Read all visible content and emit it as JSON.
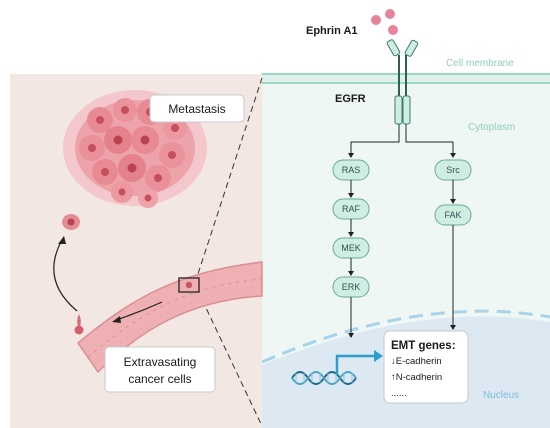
{
  "ligand": {
    "label": "Ephrin A1"
  },
  "receptor": {
    "label": "EGFR"
  },
  "compartments": {
    "membrane": "Cell membrane",
    "cytoplasm": "Cytoplasm",
    "nucleus": "Nucleus"
  },
  "pathway_left": [
    "RAS",
    "RAF",
    "MEK",
    "ERK"
  ],
  "pathway_right": [
    "Src",
    "FAK"
  ],
  "emt_box": {
    "title": "EMT genes:",
    "line1": "↓E-cadherin",
    "line2": "↑N-cadherin",
    "line3": "......"
  },
  "callouts": {
    "metastasis": "Metastasis",
    "extravasating_line1": "Extravasating",
    "extravasating_line2": "cancer cells"
  },
  "colors": {
    "cell_bg": "#eef7f4",
    "membrane": "#a9dcc9",
    "nucleus": "#d9e8f1",
    "tissue_bg": "#f1e6e3",
    "vessel": "#e9a6aa",
    "tumor": "#e88a94",
    "ligand": "#e7839a",
    "dna": "#1f6b8a",
    "arrow_blue": "#2b9ec9"
  }
}
